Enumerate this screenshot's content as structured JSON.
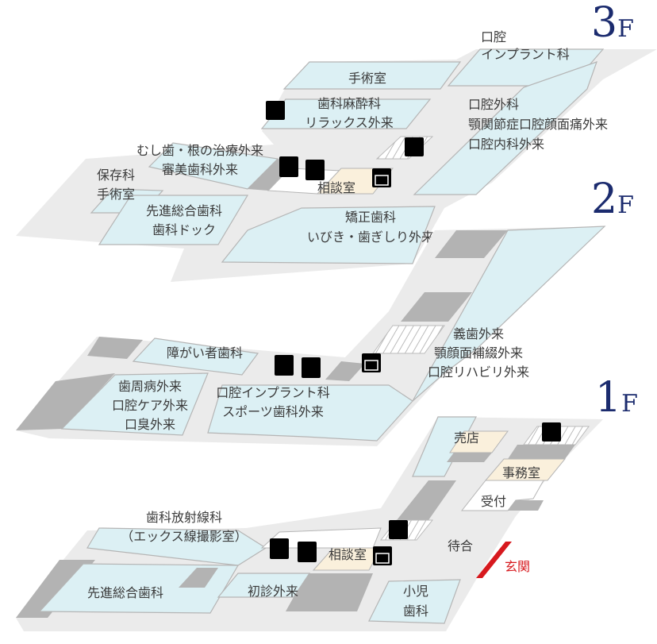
{
  "colors": {
    "room": "#dcf0f4",
    "floor": "#ebebeb",
    "accent_icon": "#0fa0e0",
    "floor_label": "#1b2b6e",
    "entrance": "#d7191e",
    "office": "#faf0dc"
  },
  "floors": {
    "f3": {
      "num": "3",
      "suffix": "F",
      "rooms": {
        "implant": [
          "口腔",
          "インプラント科"
        ],
        "surgery": "手術室",
        "anesthesia": [
          "歯科麻酔科",
          "リラックス外来"
        ],
        "oral_surgery": [
          "口腔外科",
          "顎関節症口腔顔面痛外来",
          "口腔内科外来"
        ],
        "caries": [
          "むし歯・根の治療外来",
          "審美歯科外来"
        ],
        "conservation": [
          "保存科",
          "手術室"
        ],
        "consult": "相談室",
        "advanced": [
          "先進総合歯科",
          "歯科ドック"
        ],
        "ortho": [
          "矯正歯科",
          "いびき・歯ぎしり外来"
        ]
      }
    },
    "f2": {
      "num": "2",
      "suffix": "F",
      "rooms": {
        "disability": "障がい者歯科",
        "prosth": [
          "義歯外来",
          "顎顔面補綴外来",
          "口腔リハビリ外来"
        ],
        "perio": [
          "歯周病外来",
          "口腔ケア外来",
          "口臭外来"
        ],
        "implant": [
          "口腔インプラント科",
          "スポーツ歯科外来"
        ]
      }
    },
    "f1": {
      "num": "1",
      "suffix": "F",
      "rooms": {
        "shop": "売店",
        "office": "事務室",
        "reception": "受付",
        "waiting": "待合",
        "entrance": "玄関",
        "radiology": [
          "歯科放射線科",
          "（エックス線撮影室）"
        ],
        "consult": "相談室",
        "advanced": "先進総合歯科",
        "first_visit": "初診外来",
        "pediatric": [
          "小児",
          "歯科"
        ]
      }
    }
  },
  "icons": [
    "escalator-icon",
    "elevator-icon",
    "womens-restroom-icon",
    "mens-restroom-icon"
  ]
}
